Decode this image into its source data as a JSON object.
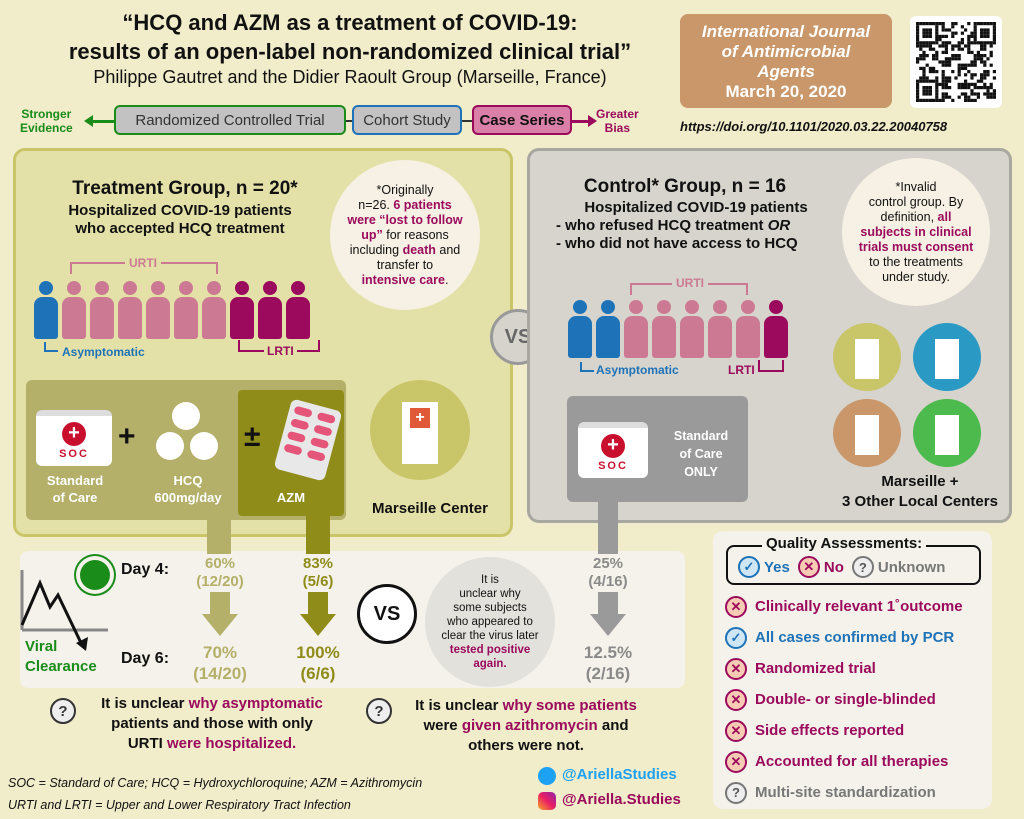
{
  "header": {
    "title_line1": "“HCQ and AZM as a treatment of COVID-19:",
    "title_line2": "results of an open-label non-randomized clinical trial”",
    "authors": "Philippe Gautret and the Didier Raoult Group (Marseille, France)"
  },
  "journal": {
    "line1": "International Journal",
    "line2": "of Antimicrobial",
    "line3": "Agents",
    "date": "March 20, 2020"
  },
  "doi": "https://doi.org/10.1101/2020.03.22.20040758",
  "evidence_scale": {
    "left_label_1": "Stronger",
    "left_label_2": "Evidence",
    "right_label_1": "Greater",
    "right_label_2": "Bias",
    "levels": [
      "Randomized Controlled Trial",
      "Cohort Study",
      "Case Series"
    ],
    "selected": "Case Series"
  },
  "treatment": {
    "title": "Treatment Group, n = 20*",
    "subtitle_1": "Hospitalized COVID-19 patients",
    "subtitle_2": "who accepted HCQ treatment",
    "note": [
      "*Originally",
      "n=26. ",
      "6 patients",
      "were “lost to follow",
      "up”",
      " for reasons",
      "including ",
      "death",
      " and",
      "transfer to",
      "intensive care",
      "."
    ],
    "groups": {
      "asymptomatic": 1,
      "urti": 6,
      "lrti": 3
    },
    "labels": {
      "urti": "URTI",
      "lrti": "LRTI",
      "asymptomatic": "Asymptomatic"
    },
    "soc_badge": "SOC",
    "soc_label_1": "Standard",
    "soc_label_2": "of Care",
    "plus": "+",
    "plusminus": "±",
    "hcq_label_1": "HCQ",
    "hcq_label_2": "600mg/day",
    "azm_label": "AZM",
    "center": "Marseille Center"
  },
  "vs_label": "VS",
  "control": {
    "title": "Control* Group, n = 16",
    "subtitle_1": "Hospitalized COVID-19 patients",
    "subtitle_2": "- who refused HCQ treatment ",
    "subtitle_2_em": "OR",
    "subtitle_3": "- who did not have access to HCQ",
    "note": [
      "*Invalid",
      "control group. By",
      "definition, ",
      "all",
      "subjects in clinical",
      "trials must consent",
      "to the treatments",
      "under study."
    ],
    "groups": {
      "asymptomatic": 2,
      "urti": 5,
      "lrti": 1
    },
    "soc_badge": "SOC",
    "soc_label_1": "Standard",
    "soc_label_2": "of Care",
    "soc_label_3": "ONLY",
    "centers_1": "Marseille +",
    "centers_2": "3 Other Local Centers"
  },
  "results": {
    "day4": "Day 4:",
    "day6": "Day 6:",
    "viral_1": "Viral",
    "viral_2": "Clearance",
    "hcq": {
      "day4_pct": "60%",
      "day4_frac": "(12/20)",
      "day6_pct": "70%",
      "day6_frac": "(14/20)"
    },
    "azm": {
      "day4_pct": "83%",
      "day4_frac": "(5/6)",
      "day6_pct": "100%",
      "day6_frac": "(6/6)"
    },
    "control": {
      "day4_pct": "25%",
      "day4_frac": "(4/16)",
      "day6_pct": "12.5%",
      "day6_frac": "(2/16)"
    },
    "note": [
      "It is",
      "unclear why",
      "some subjects",
      "who appeared to",
      "clear the virus later",
      "tested positive",
      "again."
    ]
  },
  "concerns": [
    {
      "a": "It is unclear ",
      "b": "why asymptomatic",
      "c": "patients and those with only",
      "d": "URTI ",
      "e": "were hospitalized."
    },
    {
      "a": "It is unclear ",
      "b": "why some patients",
      "c": "were ",
      "d": "given azithromycin",
      "e": " and",
      "f": "others were not."
    }
  ],
  "quality": {
    "title": "Quality Assessments:",
    "legend": {
      "yes": "Yes",
      "no": "No",
      "unknown": "Unknown"
    },
    "items": [
      {
        "label": "Clinically relevant 1˚outcome",
        "status": "no"
      },
      {
        "label": "All cases confirmed by PCR",
        "status": "yes"
      },
      {
        "label": "Randomized trial",
        "status": "no"
      },
      {
        "label": "Double- or single-blinded",
        "status": "no"
      },
      {
        "label": "Side effects reported",
        "status": "no"
      },
      {
        "label": "Accounted for all therapies",
        "status": "no"
      },
      {
        "label": "Multi-site standardization",
        "status": "unknown"
      }
    ]
  },
  "footnote_1": "SOC = Standard of Care; HCQ = Hydroxychloroquine; AZM = Azithromycin",
  "footnote_2": "URTI and LRTI = Upper and Lower Respiratory Tract Infection",
  "social": {
    "twitter": "@AriellaStudies",
    "instagram": "@Ariella.Studies"
  },
  "colors": {
    "magenta": "#9b0a5c",
    "blue": "#1e73b8",
    "pink": "#cc7a93",
    "olive": "#8f8c1a",
    "gray": "#9a9a9a"
  }
}
